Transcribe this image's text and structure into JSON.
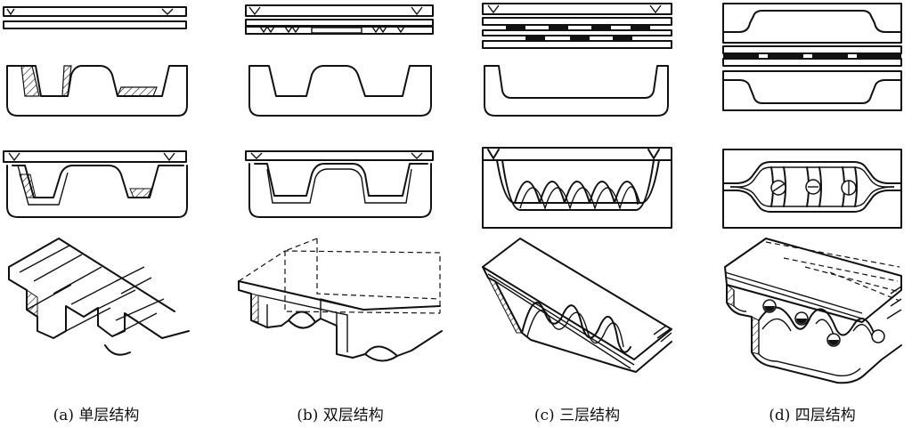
{
  "captions": {
    "a": "(a) 单层结构",
    "b": "(b) 双层结构",
    "c": "(c) 三层结构",
    "d": "(d) 四层结构"
  }
}
